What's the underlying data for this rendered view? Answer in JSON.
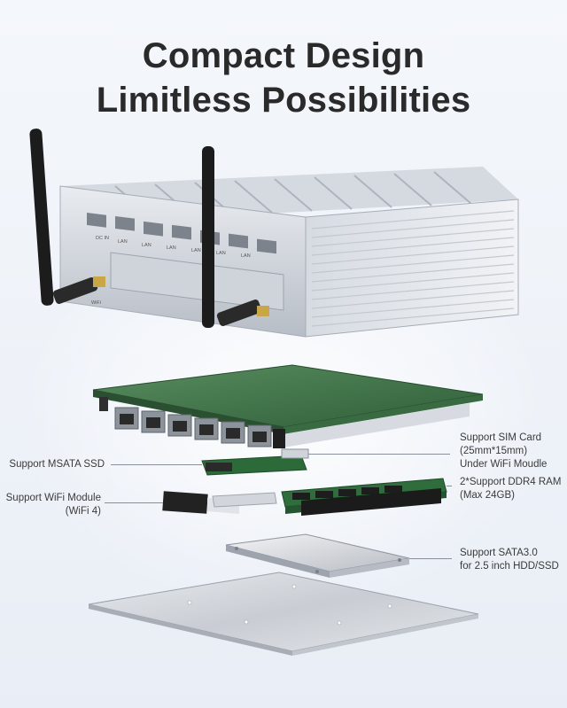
{
  "heading": {
    "line1": "Compact Design",
    "line2": "Limitless Possibilities"
  },
  "device": {
    "port_labels": [
      "DC IN",
      "LAN",
      "LAN",
      "LAN",
      "LAN",
      "LAN",
      "LAN"
    ],
    "wifi_label": "WiFi"
  },
  "callouts": {
    "sim": [
      "Support SIM Card",
      "(25mm*15mm)",
      "Under WiFi Moudle"
    ],
    "msata": [
      "Support MSATA SSD"
    ],
    "ram": [
      "2*Support DDR4 RAM",
      "(Max 24GB)"
    ],
    "wifi": [
      "Support WiFi Module",
      "(WiFi 4)"
    ],
    "sata": [
      "Support SATA3.0",
      "for 2.5 inch HDD/SSD"
    ]
  },
  "colors": {
    "chassis": "#c9ced6",
    "pcb": "#3f7a4a",
    "accent_ram": "#2f6d3c",
    "antenna": "#1c1c1c"
  }
}
